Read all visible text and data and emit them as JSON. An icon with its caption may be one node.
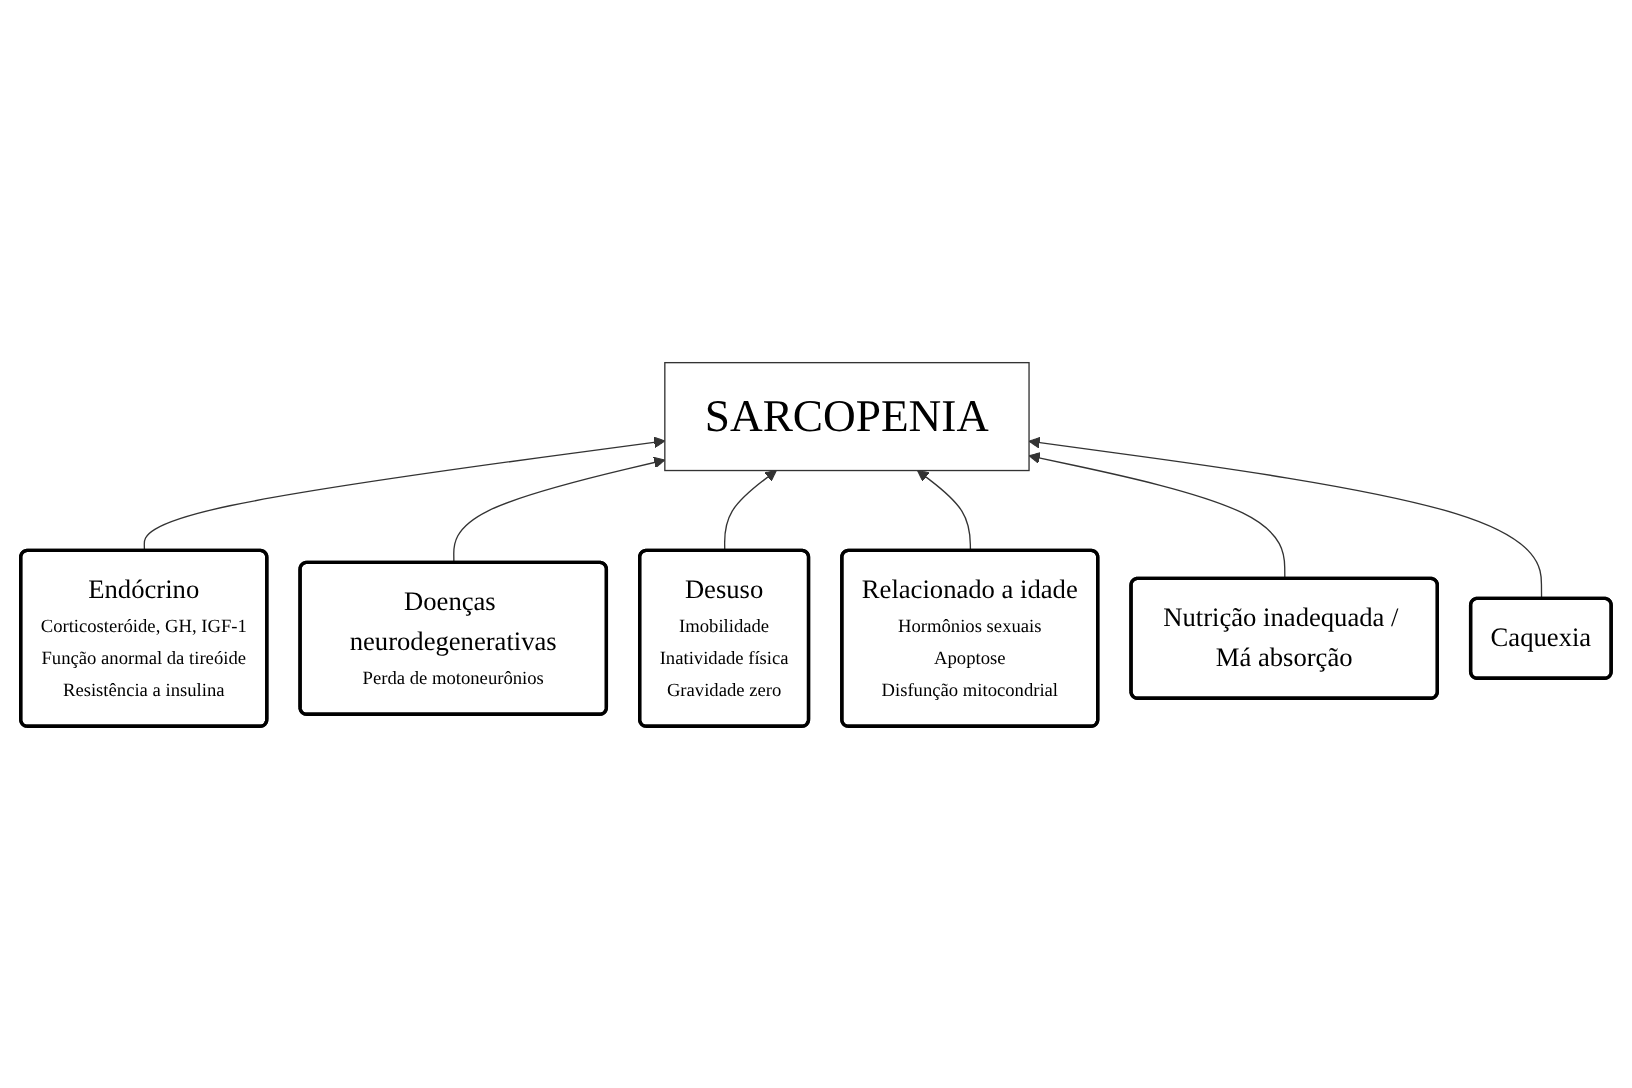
{
  "diagram": {
    "nodes": [
      {
        "text": [
          "SARCOPENIA"
        ]
      },
      {
        "text": [
          "Endócrino",
          "Corticosteróide, GH, IGF-1",
          "Função anormal da tireóide",
          "Resistência a insulina"
        ]
      },
      {
        "text": [
          "Relacionado a idade",
          "Hormônios sexuais",
          "Apoptose",
          "Disfunção mitocondrial"
        ]
      },
      {
        "text": [
          "Doenças neurodegenerativas",
          "Perda de motoneurônios"
        ]
      },
      {
        "text": [
          "Nutrição inadequada / Má absorção"
        ]
      },
      {
        "text": [
          "Desuso",
          "Imobilidade",
          "Inatividade física",
          "Gravidade zero"
        ]
      },
      {
        "text": [
          "Caquexia"
        ]
      }
    ],
    "edges": [
      {
        "from": 1,
        "to": 0,
        "arrow": "to"
      },
      {
        "from": 3,
        "to": 0,
        "arrow": "to"
      },
      {
        "from": 5,
        "to": 0,
        "arrow": "to"
      },
      {
        "from": 2,
        "to": 0,
        "arrow": "to"
      },
      {
        "from": 4,
        "to": 0,
        "arrow": "to"
      },
      {
        "from": 6,
        "to": 0,
        "arrow": "to"
      }
    ]
  }
}
